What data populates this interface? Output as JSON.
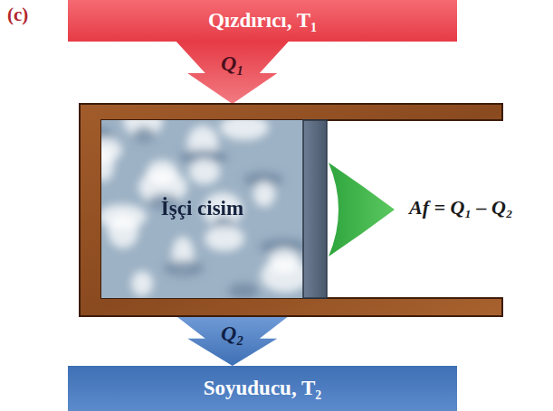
{
  "diagram": {
    "nodes": [
      {
        "text": [
          "Qızdırıcı, T₁"
        ]
      },
      {
        "text": [
          "İşçi cisim"
        ]
      },
      {
        "text": [
          "Soyuducu, T₂"
        ]
      }
    ],
    "edges": [
      {
        "from": 0,
        "to": 1,
        "arrow": "to",
        "label": "Q₁"
      },
      {
        "from": 1,
        "to": 2,
        "arrow": "to",
        "label": "Q₂"
      }
    ],
    "labels": [
      "(c)",
      "Af = Q₁ – Q₂"
    ]
  }
}
